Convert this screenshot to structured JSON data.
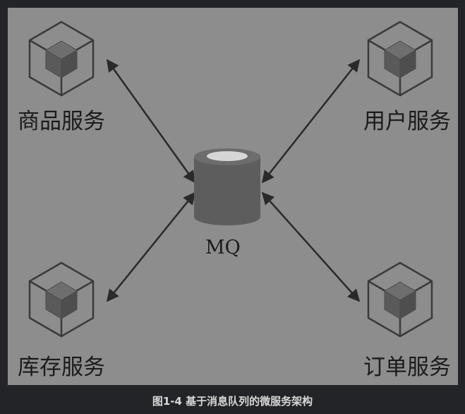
{
  "diagram": {
    "hub": {
      "label": "MQ",
      "icon": "database-cylinder-icon"
    },
    "services": [
      {
        "id": "product",
        "label": "商品服务",
        "icon": "cube-icon"
      },
      {
        "id": "user",
        "label": "用户服务",
        "icon": "cube-icon"
      },
      {
        "id": "inventory",
        "label": "库存服务",
        "icon": "cube-icon"
      },
      {
        "id": "order",
        "label": "订单服务",
        "icon": "cube-icon"
      }
    ],
    "connections": [
      {
        "from": "product",
        "to": "MQ",
        "direction": "bidirectional"
      },
      {
        "from": "user",
        "to": "MQ",
        "direction": "bidirectional"
      },
      {
        "from": "inventory",
        "to": "MQ",
        "direction": "bidirectional"
      },
      {
        "from": "order",
        "to": "MQ",
        "direction": "bidirectional"
      }
    ]
  },
  "caption": "图1-4 基于消息队列的微服务架构",
  "colors": {
    "page_background": "#232427",
    "panel_background": "#8d8d8d",
    "icon_fill": "#5d5d5d",
    "stroke": "#2a2a2a"
  }
}
